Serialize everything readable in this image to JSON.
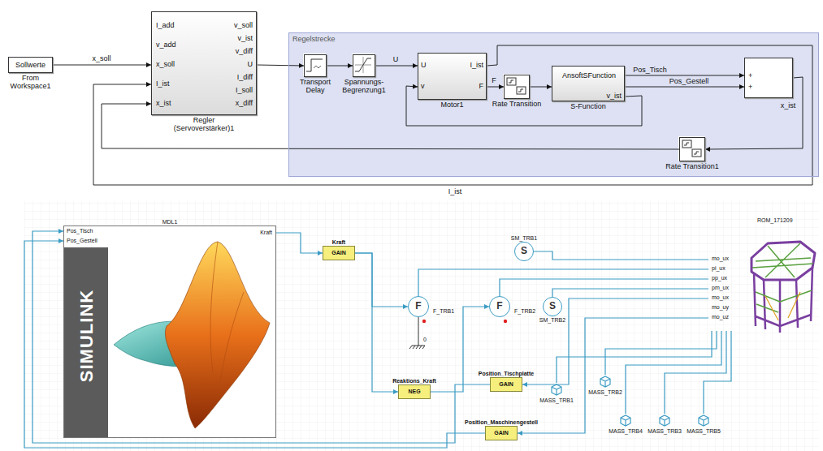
{
  "diagram": {
    "nodes": [
      {
        "text": [
          "Sollwerte",
          "From Workspace1"
        ]
      },
      {
        "text": [
          "I_add",
          "v_add",
          "x_soll",
          "I_ist",
          "x_ist",
          "v_soll",
          "v_ist",
          "v_diff",
          "U",
          "I_diff",
          "I_soll",
          "x_diff",
          "Regler (Servoverstärker)1"
        ]
      },
      {
        "text": [
          "Regelstrecke"
        ]
      },
      {
        "text": [
          "Transport Delay"
        ],
        "in": 2
      },
      {
        "text": [
          "Spannungs- Begrenzung1"
        ],
        "in": 2
      },
      {
        "text": [
          "U",
          "v",
          "I_ist",
          "F",
          "Motor1"
        ],
        "in": 2
      },
      {
        "text": [
          "Rate Transition"
        ],
        "in": 2
      },
      {
        "text": [
          "AnsoftSFunction",
          "v_ist",
          "S-Function"
        ],
        "in": 2
      },
      {
        "text": [
          "+",
          "+"
        ],
        "in": 2
      },
      {
        "text": [
          "Rate Transition1"
        ],
        "in": 2
      },
      {
        "text": [
          "MDL1",
          "Pos_Tisch",
          "Pos_Gestell",
          "Kraft",
          "SIMULINK"
        ]
      },
      {
        "text": [
          "Kraft",
          "GAIN"
        ]
      },
      {
        "text": [
          "S",
          "SM_TRB1"
        ]
      },
      {
        "text": [
          "F",
          "F_TRB1"
        ]
      },
      {
        "text": [
          "F",
          "F_TRB2"
        ]
      },
      {
        "text": [
          "S",
          "SM_TRB2"
        ]
      },
      {
        "text": [
          "ROM_171209",
          "mo_ux",
          "pi_ux",
          "pp_ux",
          "pm_ux",
          "mo_ux",
          "mo_uy",
          "mo_uz"
        ]
      },
      {
        "text": [
          "Reaktions_Kraft",
          "NEG"
        ]
      },
      {
        "text": [
          "Position_Tischplatte",
          "GAIN"
        ]
      },
      {
        "text": [
          "MASS_TRB1"
        ]
      },
      {
        "text": [
          "MASS_TRB2"
        ]
      },
      {
        "text": [
          "Position_Maschinengestell",
          "GAIN"
        ]
      },
      {
        "text": [
          "MASS_TRB4"
        ]
      },
      {
        "text": [
          "MASS_TRB3"
        ]
      },
      {
        "text": [
          "MASS_TRB5"
        ]
      }
    ],
    "edges": [
      {
        "from": 0,
        "to": 1,
        "label": "x_soll",
        "arrow": "to"
      },
      {
        "from": 1,
        "to": 3,
        "arrow": "to"
      },
      {
        "from": 3,
        "to": 4,
        "arrow": "to"
      },
      {
        "from": 4,
        "to": 5,
        "label": "U",
        "arrow": "to"
      },
      {
        "from": 5,
        "to": 6,
        "label": "F",
        "arrow": "to"
      },
      {
        "from": 6,
        "to": 7,
        "arrow": "to"
      },
      {
        "from": 7,
        "to": 8,
        "label": "Pos_Tisch",
        "arrow": "to"
      },
      {
        "from": 7,
        "to": 8,
        "label": "Pos_Gestell",
        "arrow": "to"
      },
      {
        "from": 7,
        "to": 5,
        "arrow": "to"
      },
      {
        "from": 5,
        "to": 1,
        "label": "I_ist",
        "arrow": "to"
      },
      {
        "from": 8,
        "to": 9,
        "label": "x_ist",
        "arrow": "to"
      },
      {
        "from": 9,
        "to": 1,
        "arrow": "to"
      },
      {
        "from": 10,
        "to": 11,
        "arrow": "to"
      },
      {
        "from": 11,
        "to": 13,
        "arrow": "to"
      },
      {
        "from": 11,
        "to": 17,
        "arrow": "to"
      },
      {
        "from": 17,
        "to": 14,
        "arrow": "to"
      },
      {
        "from": 12,
        "to": 16,
        "arrow": "none"
      },
      {
        "from": 13,
        "to": 16,
        "arrow": "none"
      },
      {
        "from": 14,
        "to": 16,
        "arrow": "none"
      },
      {
        "from": 15,
        "to": 16,
        "arrow": "none"
      },
      {
        "from": 16,
        "to": 18,
        "arrow": "to"
      },
      {
        "from": 18,
        "to": 10,
        "arrow": "to"
      },
      {
        "from": 16,
        "to": 21,
        "arrow": "to"
      },
      {
        "from": 21,
        "to": 10,
        "arrow": "to"
      },
      {
        "from": 19,
        "to": 16,
        "arrow": "none"
      },
      {
        "from": 20,
        "to": 16,
        "arrow": "none"
      },
      {
        "from": 22,
        "to": 16,
        "arrow": "none"
      },
      {
        "from": 23,
        "to": 16,
        "arrow": "none"
      },
      {
        "from": 24,
        "to": 16,
        "arrow": "none"
      }
    ],
    "labels": [
      "0"
    ]
  }
}
